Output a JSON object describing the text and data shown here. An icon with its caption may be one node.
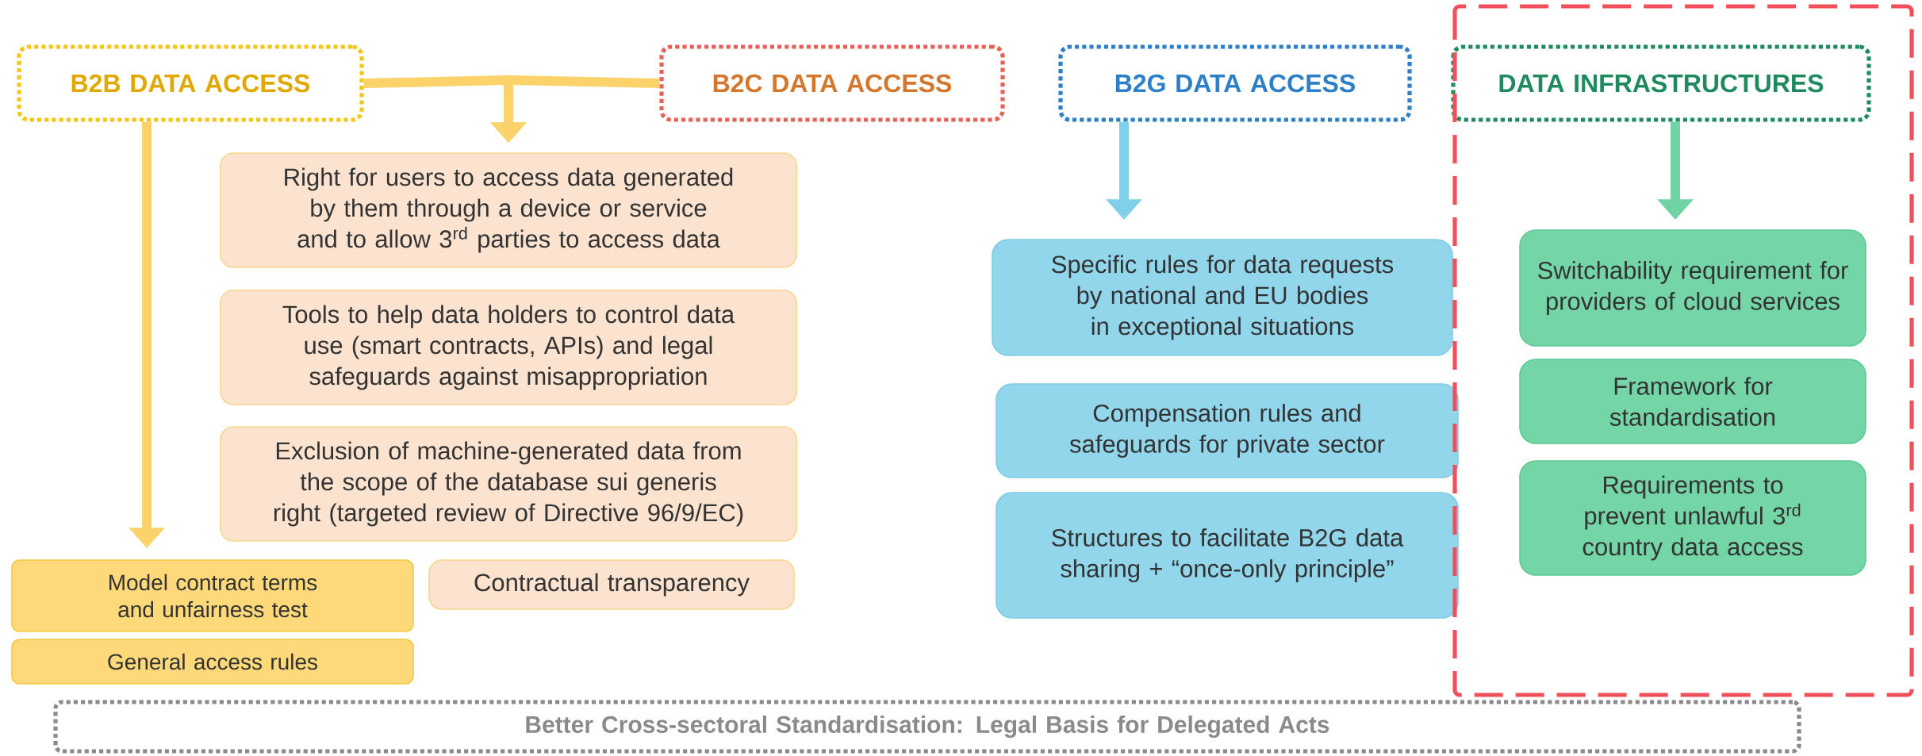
{
  "diagram": {
    "nodes": [
      {
        "text": [
          "B2B DATA ACCESS"
        ]
      },
      {
        "text": [
          "B2C DATA ACCESS"
        ]
      },
      {
        "text": [
          "B2G DATA ACCESS"
        ]
      },
      {
        "text": [
          "DATA INFRASTRUCTURES"
        ]
      },
      {
        "text": [
          "Right for users to access data generated by them through a device or service and to allow 3$^{rd}$ parties to access data"
        ]
      },
      {
        "text": [
          "Tools to help data holders to control data use (smart contracts, APIs) and legal safeguards against misappropriation"
        ]
      },
      {
        "text": [
          "Exclusion of machine-generated data from the scope of the database sui generis right (targeted review of Directive 96/9/EC)"
        ]
      },
      {
        "text": [
          "Model contract terms and unfairness test"
        ]
      },
      {
        "text": [
          "Contractual transparency"
        ]
      },
      {
        "text": [
          "General access rules"
        ]
      },
      {
        "text": [
          "Specific rules for data requests by national and EU bodies in exceptional situations"
        ]
      },
      {
        "text": [
          "Compensation rules and safeguards for private sector"
        ]
      },
      {
        "text": [
          "Structures to facilitate B2G data sharing + “once-only principle”"
        ]
      },
      {
        "text": [
          "Switchability requirement for providers of cloud services"
        ]
      },
      {
        "text": [
          "Framework for standardisation"
        ]
      },
      {
        "text": [
          "Requirements to prevent unlawful 3$^{rd}$ country data access"
        ]
      },
      {
        "text": [
          "Better Cross-sectoral Standardisation: Legal Basis for Delegated Acts"
        ]
      }
    ],
    "edges": [
      {
        "from": 0,
        "to": 7,
        "arrow": "to",
        "color": "#fbd36a"
      },
      {
        "from": 0,
        "to": 4,
        "arrow": "to",
        "color": "#fbd36a"
      },
      {
        "from": 1,
        "to": 4,
        "arrow": "to",
        "color": "#fbd36a"
      },
      {
        "from": 2,
        "to": 10,
        "arrow": "to",
        "color": "#7fd0e8"
      },
      {
        "from": 3,
        "to": 13,
        "arrow": "to",
        "color": "#6fd3a3"
      }
    ]
  }
}
